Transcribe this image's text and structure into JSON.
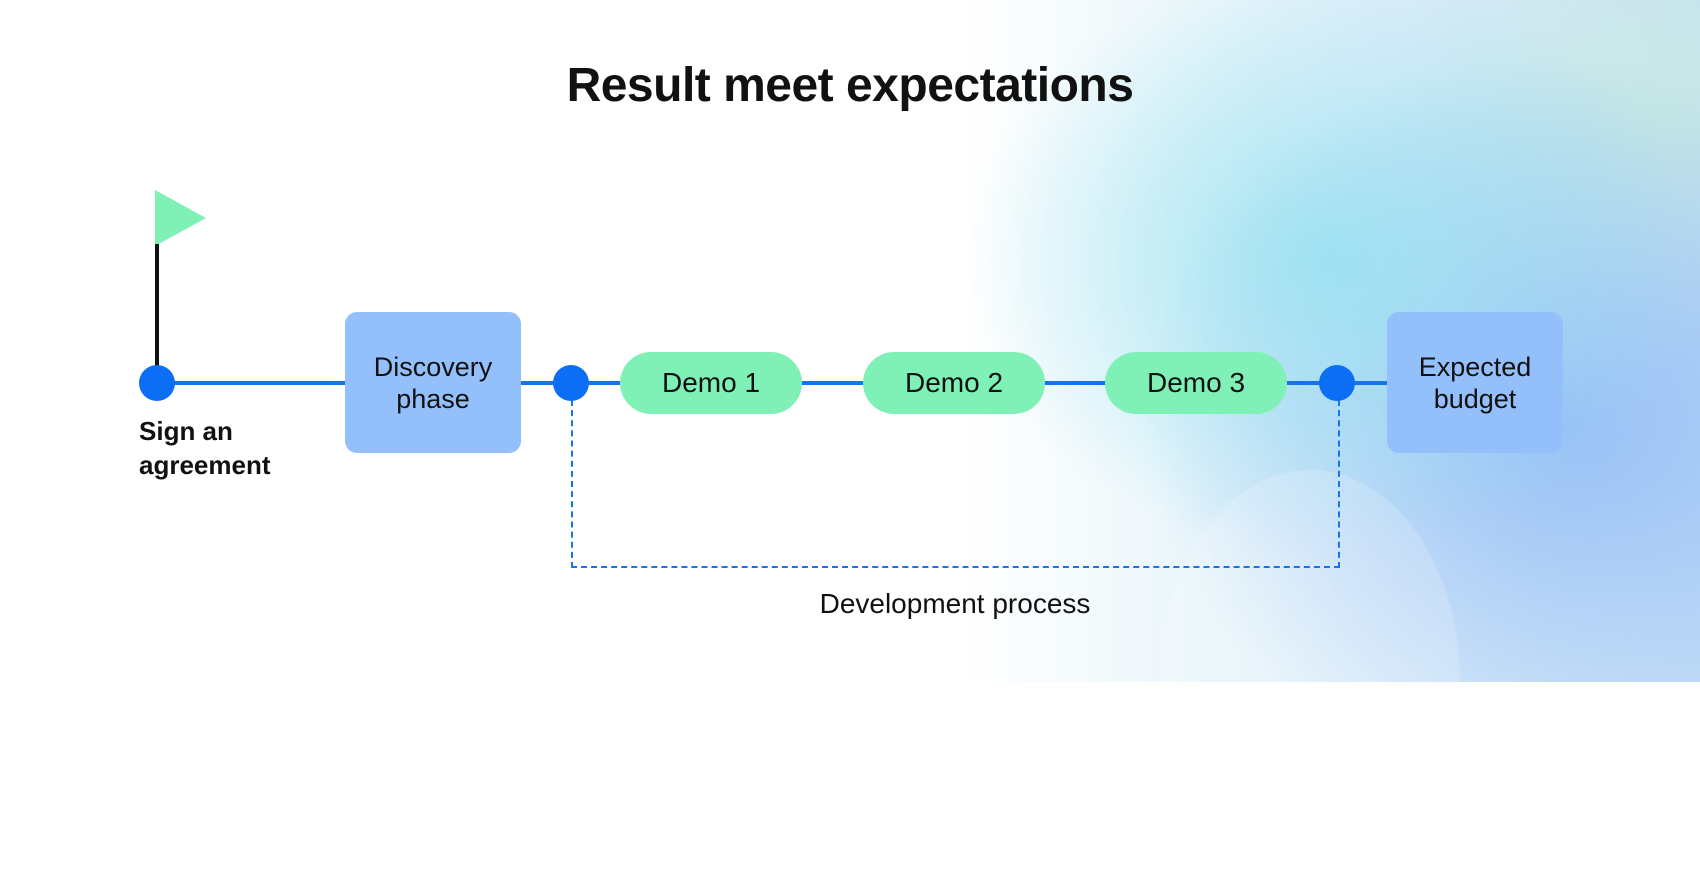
{
  "title": "Result meet expectations",
  "start": {
    "label_line1": "Sign an",
    "label_line2": "agreement"
  },
  "discovery": {
    "line1": "Discovery",
    "line2": "phase"
  },
  "demos": [
    "Demo 1",
    "Demo 2",
    "Demo 3"
  ],
  "budget": {
    "line1": "Expected",
    "line2": "budget"
  },
  "development_label": "Development process",
  "colors": {
    "line": "#1673e8",
    "dot": "#0b6ef5",
    "box": "#93c0fb",
    "pill": "#7ff0b6",
    "flag": "#7ff0b6"
  }
}
